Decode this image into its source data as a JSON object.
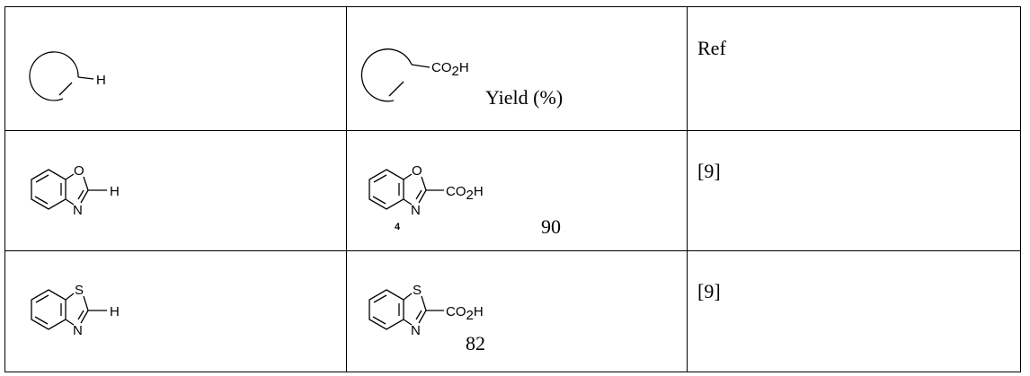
{
  "header": {
    "substrate_h": "H",
    "product_group": "CO",
    "product_sub": "2",
    "product_h": "H",
    "yield_label": "Yield (%)",
    "ref_label": "Ref"
  },
  "rows": [
    {
      "heteroatom": "O",
      "nitrogen": "N",
      "substrate_h": "H",
      "product_group": "CO",
      "product_sub": "2",
      "product_h": "H",
      "compound_number": "4",
      "yield": "90",
      "ref": "[9]"
    },
    {
      "heteroatom": "S",
      "nitrogen": "N",
      "substrate_h": "H",
      "product_group": "CO",
      "product_sub": "2",
      "product_h": "H",
      "compound_number": "",
      "yield": "82",
      "ref": "[9]"
    }
  ]
}
